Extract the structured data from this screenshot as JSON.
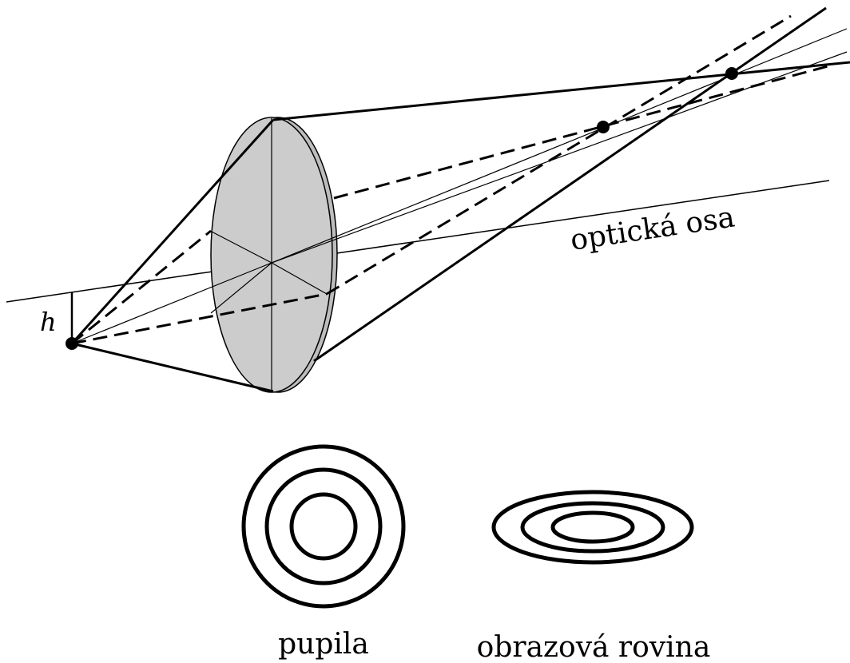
{
  "labels": {
    "h": "h",
    "optical_axis": "optická osa",
    "pupil": "pupila",
    "image_plane": "obrazová rovina"
  },
  "colors": {
    "ink": "#000000",
    "lens_fill": "#cccccc",
    "background": "#ffffff"
  }
}
